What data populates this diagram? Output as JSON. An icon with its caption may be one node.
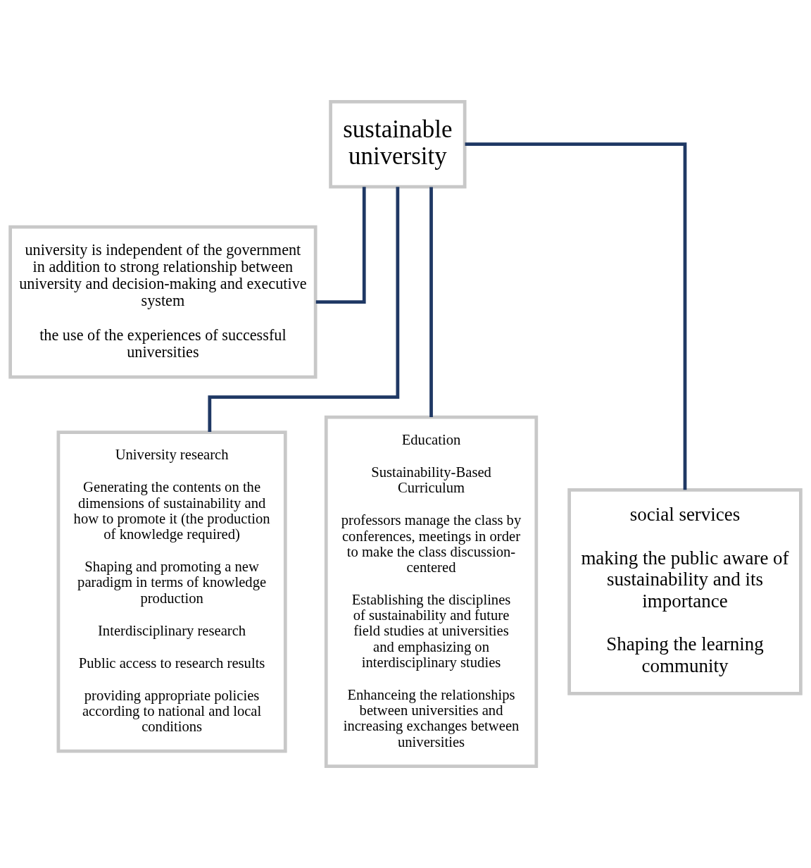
{
  "diagram": {
    "nodes": [
      {
        "text": [
          "sustainable university"
        ]
      },
      {
        "text": [
          "university is independent of the government in addition to strong relationship between university and decision-making and executive system",
          "the use of the experiences of successful universities"
        ]
      },
      {
        "text": [
          "Education",
          "Sustainability-Based Curriculum",
          "professors manage the class by conferences, meetings in order to make the class discussion-centered",
          "Establishing the disciplines of sustainability and future field studies at universities and emphasizing on interdisciplinary studies",
          "Enhanceing the relationships between universities and increasing exchanges between universities"
        ]
      },
      {
        "text": [
          "University research",
          "Generating the contents on the dimensions of sustainability and how to promote it (the production of knowledge required)",
          "Shaping and promoting a new paradigm in terms of knowledge production",
          "Interdisciplinary research",
          "Public access to research results",
          "providing appropriate policies according to national and local conditions"
        ]
      },
      {
        "text": [
          "social services",
          "making the public aware of sustainability and its importance",
          "Shaping the learning community"
        ]
      }
    ],
    "edges": [
      {
        "from": 0,
        "to": 1,
        "arrow": "none"
      },
      {
        "from": 0,
        "to": 2,
        "arrow": "none"
      },
      {
        "from": 0,
        "to": 3,
        "arrow": "none"
      },
      {
        "from": 0,
        "to": 4,
        "arrow": "none"
      }
    ]
  }
}
